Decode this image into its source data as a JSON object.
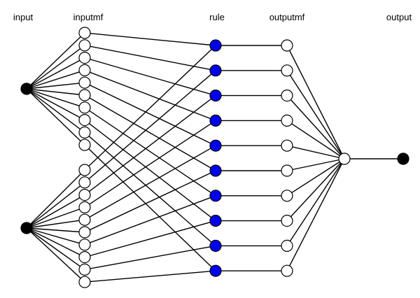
{
  "columns": {
    "input": "input",
    "inputmf": "inputmf",
    "rule": "rule",
    "outputmf": "outputmf",
    "output": "output"
  },
  "colors": {
    "input_node": "#000000",
    "inputmf_node": "#ffffff",
    "rule_node": "#0000ee",
    "outputmf_node": "#ffffff",
    "aggregator_node": "#ffffff",
    "output_node": "#000000",
    "edge": "#000000"
  },
  "network": {
    "inputs": 2,
    "inputmf_per_input": 10,
    "rules": 10,
    "outputmf": 10,
    "outputs": 1,
    "input_to_rule_mapping": [
      [
        0,
        0
      ],
      [
        1,
        1
      ],
      [
        2,
        2
      ],
      [
        3,
        3
      ],
      [
        4,
        4
      ],
      [
        5,
        5
      ],
      [
        6,
        6
      ],
      [
        7,
        7
      ],
      [
        8,
        8
      ],
      [
        9,
        9
      ]
    ]
  }
}
